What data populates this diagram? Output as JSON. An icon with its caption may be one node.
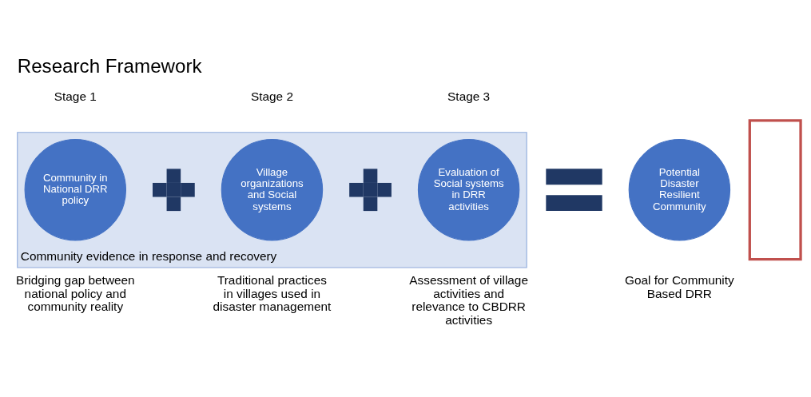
{
  "diagram": {
    "title": "Research Framework",
    "nodes": [
      {
        "text": [
          "Community evidence in response and recovery"
        ]
      },
      {
        "text": [
          "Community in National DRR policy"
        ],
        "in": 0,
        "beside": [
          "Stage 1",
          "Bridging gap between national policy and community reality"
        ]
      },
      {
        "text": [],
        "shape": "plus",
        "in": 0
      },
      {
        "text": [
          "Village organizations and Social systems"
        ],
        "in": 0,
        "beside": [
          "Stage 2",
          "Traditional practices in villages used in disaster management"
        ]
      },
      {
        "text": [],
        "shape": "plus",
        "in": 0
      },
      {
        "text": [
          "Evaluation of Social systems in DRR activities"
        ],
        "in": 0,
        "beside": [
          "Stage 3",
          "Assessment of village activities and relevance to CBDRR activities"
        ]
      },
      {
        "text": [],
        "shape": "equals"
      },
      {
        "text": [
          "Potential Disaster Resilient Community"
        ],
        "beside": [
          "Goal for Community Based DRR"
        ]
      },
      {
        "text": [],
        "shape": "box"
      }
    ],
    "edges": []
  }
}
